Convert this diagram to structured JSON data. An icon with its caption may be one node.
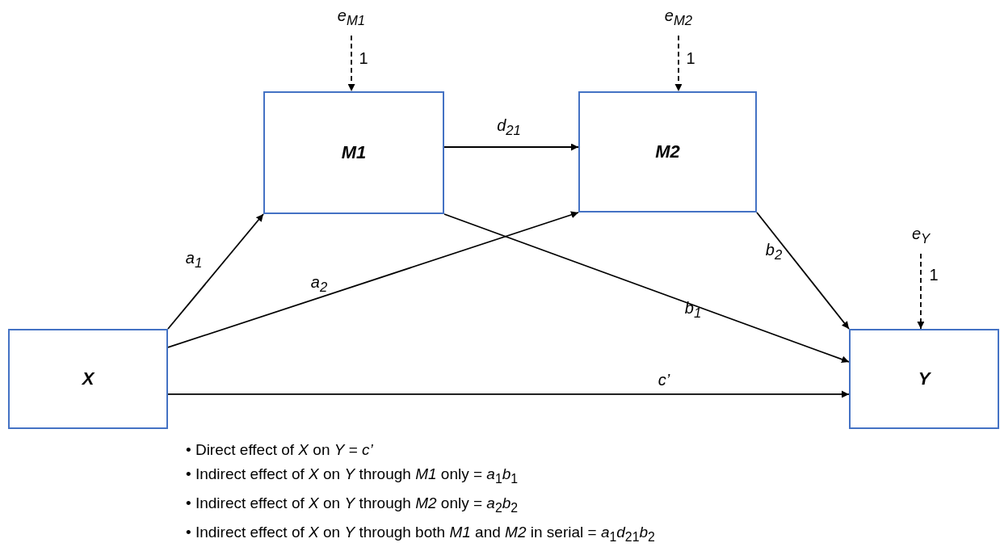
{
  "diagram": {
    "nodes": [
      {
        "text": [
          "e$_{M1}$"
        ]
      },
      {
        "text": [
          "e$_{M2}$"
        ]
      },
      {
        "text": [
          "M1"
        ]
      },
      {
        "text": [
          "M2"
        ]
      },
      {
        "text": [
          "e$_{Y}$"
        ]
      },
      {
        "text": [
          "X"
        ]
      },
      {
        "text": [
          "Y"
        ]
      }
    ],
    "edges": [
      {
        "from": 0,
        "to": 2,
        "arrow": "to",
        "style": "dashed",
        "label": "1"
      },
      {
        "from": 1,
        "to": 3,
        "arrow": "to",
        "style": "dashed",
        "label": "1"
      },
      {
        "from": 2,
        "to": 3,
        "arrow": "to",
        "label": "d$_{21}$"
      },
      {
        "from": 5,
        "to": 2,
        "arrow": "to",
        "label": "a$_{1}$"
      },
      {
        "from": 5,
        "to": 3,
        "arrow": "to",
        "label": "a$_{2}$"
      },
      {
        "from": 2,
        "to": 6,
        "arrow": "to",
        "label": "b$_{1}$"
      },
      {
        "from": 3,
        "to": 6,
        "arrow": "to",
        "label": "b$_{2}$"
      },
      {
        "from": 4,
        "to": 6,
        "arrow": "to",
        "style": "dashed",
        "label": "1"
      },
      {
        "from": 5,
        "to": 6,
        "arrow": "to",
        "label": "c’"
      }
    ],
    "labels": [
      "• Direct effect of *X* on *Y* = *c’*",
      "• Indirect effect of *X* on *Y* through *M1* only = *a*$_{1}$*b*$_{1}$",
      "• Indirect effect of *X* on *Y* through *M2* only = *a*$_{2}$*b*$_{2}$",
      "• Indirect effect of *X* on *Y* through both *M1* and *M2* in serial = *a*$_{1}$*d*$_{21}$*b*$_{2}$"
    ]
  }
}
